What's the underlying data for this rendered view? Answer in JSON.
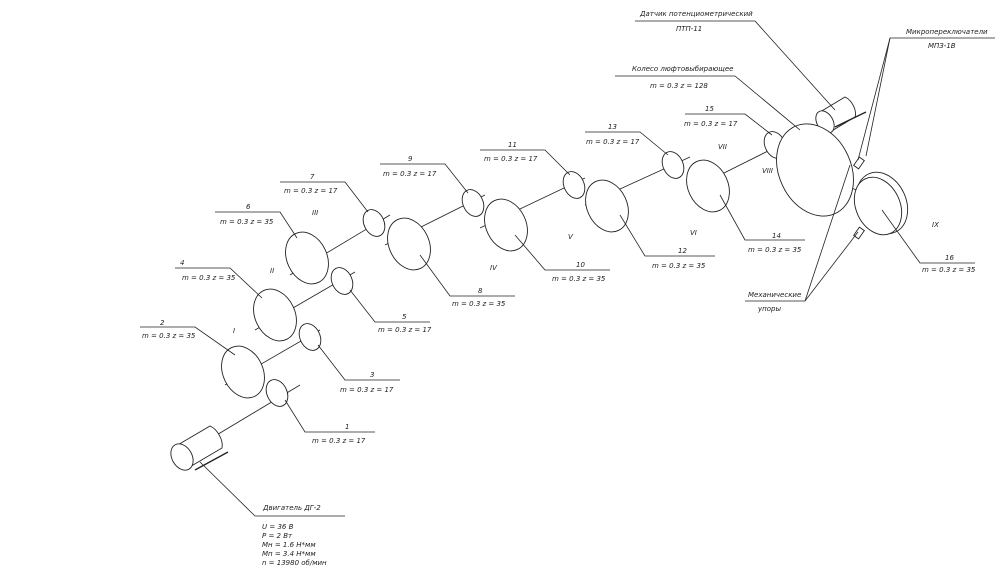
{
  "diagram": {
    "sensor": {
      "title": "Датчик потенциометрический",
      "model": "ПТП-11"
    },
    "microswitches": {
      "title": "Микропереключатели",
      "model": "МПЗ-1В"
    },
    "wheel": {
      "title": "Колесо люфтовыбирающее",
      "spec": "m = 0.3   z = 128"
    },
    "stops": {
      "line1": "Механические",
      "line2": "упоры"
    },
    "motor": {
      "title": "Двигатель ДГ-2",
      "params": [
        "U = 36 В",
        "P = 2 Вт",
        "Мн = 1.6 Н*мм",
        "Мп = 3.4 Н*мм",
        "n = 13980 об/мин"
      ]
    },
    "gears": [
      {
        "num": "1",
        "spec": "m = 0.3   z = 17"
      },
      {
        "num": "2",
        "spec": "m = 0.3   z = 35"
      },
      {
        "num": "3",
        "spec": "m = 0.3   z = 17"
      },
      {
        "num": "4",
        "spec": "m = 0.3   z = 35"
      },
      {
        "num": "5",
        "spec": "m = 0.3   z = 17"
      },
      {
        "num": "6",
        "spec": "m = 0.3   z = 35"
      },
      {
        "num": "7",
        "spec": "m = 0.3   z = 17"
      },
      {
        "num": "8",
        "spec": "m = 0.3   z = 35"
      },
      {
        "num": "9",
        "spec": "m = 0.3   z = 17"
      },
      {
        "num": "10",
        "spec": "m = 0.3   z = 35"
      },
      {
        "num": "11",
        "spec": "m = 0.3   z = 17"
      },
      {
        "num": "12",
        "spec": "m = 0.3   z = 35"
      },
      {
        "num": "13",
        "spec": "m = 0.3   z = 17"
      },
      {
        "num": "14",
        "spec": "m = 0.3   z = 35"
      },
      {
        "num": "15",
        "spec": "m = 0.3   z = 17"
      },
      {
        "num": "16",
        "spec": "m = 0.3   z = 35"
      }
    ],
    "shafts": [
      "I",
      "II",
      "III",
      "IV",
      "V",
      "VI",
      "VII",
      "VIII",
      "IX"
    ]
  }
}
